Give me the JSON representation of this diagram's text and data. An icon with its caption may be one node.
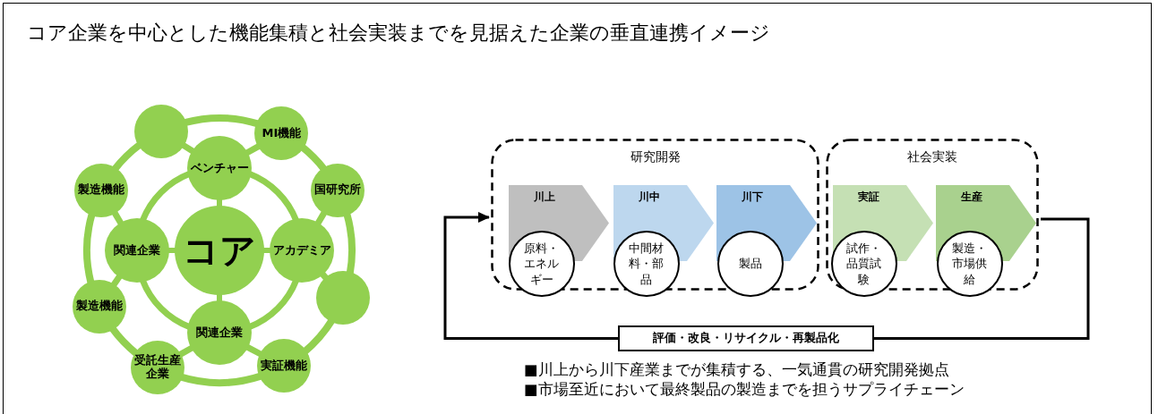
{
  "diagram": {
    "title": "コア企業を中心とした機能集積と社会実装までを見据えた企業の垂直連携イメージ",
    "nodes": [
      {
        "text": [],
        "shape": "circle"
      },
      {
        "text": [
          "MI機能"
        ]
      },
      {
        "text": [
          "製造機能"
        ]
      },
      {
        "text": [
          "ベンチャー"
        ]
      },
      {
        "text": [
          "国研究所"
        ]
      },
      {
        "text": [
          "関連企業"
        ]
      },
      {
        "text": [
          "コア"
        ]
      },
      {
        "text": [
          "アカデミア"
        ]
      },
      {
        "text": [
          "製造機能"
        ]
      },
      {
        "text": [],
        "shape": "circle"
      },
      {
        "text": [
          "関連企業"
        ]
      },
      {
        "text": [
          "受託生産企業"
        ]
      },
      {
        "text": [
          "実証機能"
        ]
      },
      {
        "text": [
          "研究開発"
        ]
      },
      {
        "text": [
          "川上"
        ],
        "in": 13
      },
      {
        "text": [
          "川中"
        ],
        "in": 13
      },
      {
        "text": [
          "川下"
        ],
        "in": 13
      },
      {
        "text": [
          "社会実装"
        ]
      },
      {
        "text": [
          "実証"
        ],
        "in": 17
      },
      {
        "text": [
          "生産"
        ],
        "in": 17
      },
      {
        "text": [
          "原料・エネルギー"
        ]
      },
      {
        "text": [
          "中間材料・部品"
        ]
      },
      {
        "text": [
          "製品"
        ]
      },
      {
        "text": [
          "試作・品質試験"
        ]
      },
      {
        "text": [
          "製造・市場供給"
        ]
      },
      {
        "text": [
          "評価・改良・リサイクル・再製品化"
        ]
      }
    ],
    "edges": [
      {
        "from": 6,
        "to": 3,
        "arrow": "none"
      },
      {
        "from": 6,
        "to": 5,
        "arrow": "none"
      },
      {
        "from": 6,
        "to": 7,
        "arrow": "none"
      },
      {
        "from": 6,
        "to": 10,
        "arrow": "none"
      },
      {
        "from": 3,
        "to": 7,
        "arrow": "none"
      },
      {
        "from": 7,
        "to": 10,
        "arrow": "none"
      },
      {
        "from": 10,
        "to": 5,
        "arrow": "none"
      },
      {
        "from": 5,
        "to": 3,
        "arrow": "none"
      },
      {
        "from": 0,
        "to": 1,
        "arrow": "none"
      },
      {
        "from": 1,
        "to": 4,
        "arrow": "none"
      },
      {
        "from": 4,
        "to": 9,
        "arrow": "none"
      },
      {
        "from": 9,
        "to": 12,
        "arrow": "none"
      },
      {
        "from": 12,
        "to": 11,
        "arrow": "none"
      },
      {
        "from": 11,
        "to": 8,
        "arrow": "none"
      },
      {
        "from": 8,
        "to": 2,
        "arrow": "none"
      },
      {
        "from": 2,
        "to": 0,
        "arrow": "none"
      },
      {
        "from": 0,
        "to": 3,
        "arrow": "none"
      },
      {
        "from": 1,
        "to": 3,
        "arrow": "none"
      },
      {
        "from": 4,
        "to": 7,
        "arrow": "none"
      },
      {
        "from": 9,
        "to": 7,
        "arrow": "none"
      },
      {
        "from": 12,
        "to": 10,
        "arrow": "none"
      },
      {
        "from": 11,
        "to": 10,
        "arrow": "none"
      },
      {
        "from": 8,
        "to": 5,
        "arrow": "none"
      },
      {
        "from": 2,
        "to": 5,
        "arrow": "none"
      },
      {
        "from": 17,
        "to": 25,
        "arrow": "none",
        "color": "#000000"
      },
      {
        "from": 25,
        "to": 13,
        "arrow": "to",
        "color": "#000000"
      }
    ],
    "labels": [
      "■川上から川下産業までが集積する、一気通貫の研究開発拠点",
      "■市場至近において最終製品の製造までを担うサプライチェーン"
    ]
  }
}
